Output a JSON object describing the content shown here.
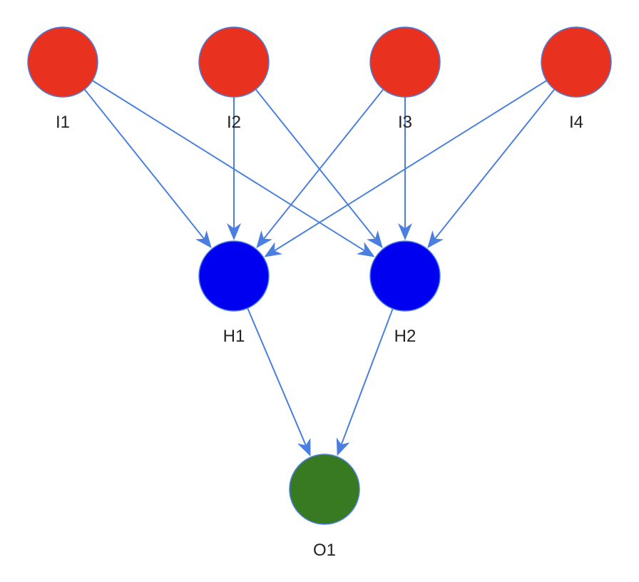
{
  "diagram": {
    "type": "neural-network",
    "colors": {
      "input": "#e8321f",
      "hidden": "#0000f0",
      "output": "#377a22",
      "node_stroke": "#4a7fe0",
      "edge": "#4a7fe0"
    },
    "nodes": [
      {
        "id": "I1",
        "label": "I1",
        "layer": "input"
      },
      {
        "id": "I2",
        "label": "I2",
        "layer": "input"
      },
      {
        "id": "I3",
        "label": "I3",
        "layer": "input"
      },
      {
        "id": "I4",
        "label": "I4",
        "layer": "input"
      },
      {
        "id": "H1",
        "label": "H1",
        "layer": "hidden"
      },
      {
        "id": "H2",
        "label": "H2",
        "layer": "hidden"
      },
      {
        "id": "O1",
        "label": "O1",
        "layer": "output"
      }
    ],
    "edges": [
      {
        "from": "I1",
        "to": "H1"
      },
      {
        "from": "I1",
        "to": "H2"
      },
      {
        "from": "I2",
        "to": "H1"
      },
      {
        "from": "I2",
        "to": "H2"
      },
      {
        "from": "I3",
        "to": "H1"
      },
      {
        "from": "I3",
        "to": "H2"
      },
      {
        "from": "I4",
        "to": "H1"
      },
      {
        "from": "I4",
        "to": "H2"
      },
      {
        "from": "H1",
        "to": "O1"
      },
      {
        "from": "H2",
        "to": "O1"
      }
    ]
  }
}
